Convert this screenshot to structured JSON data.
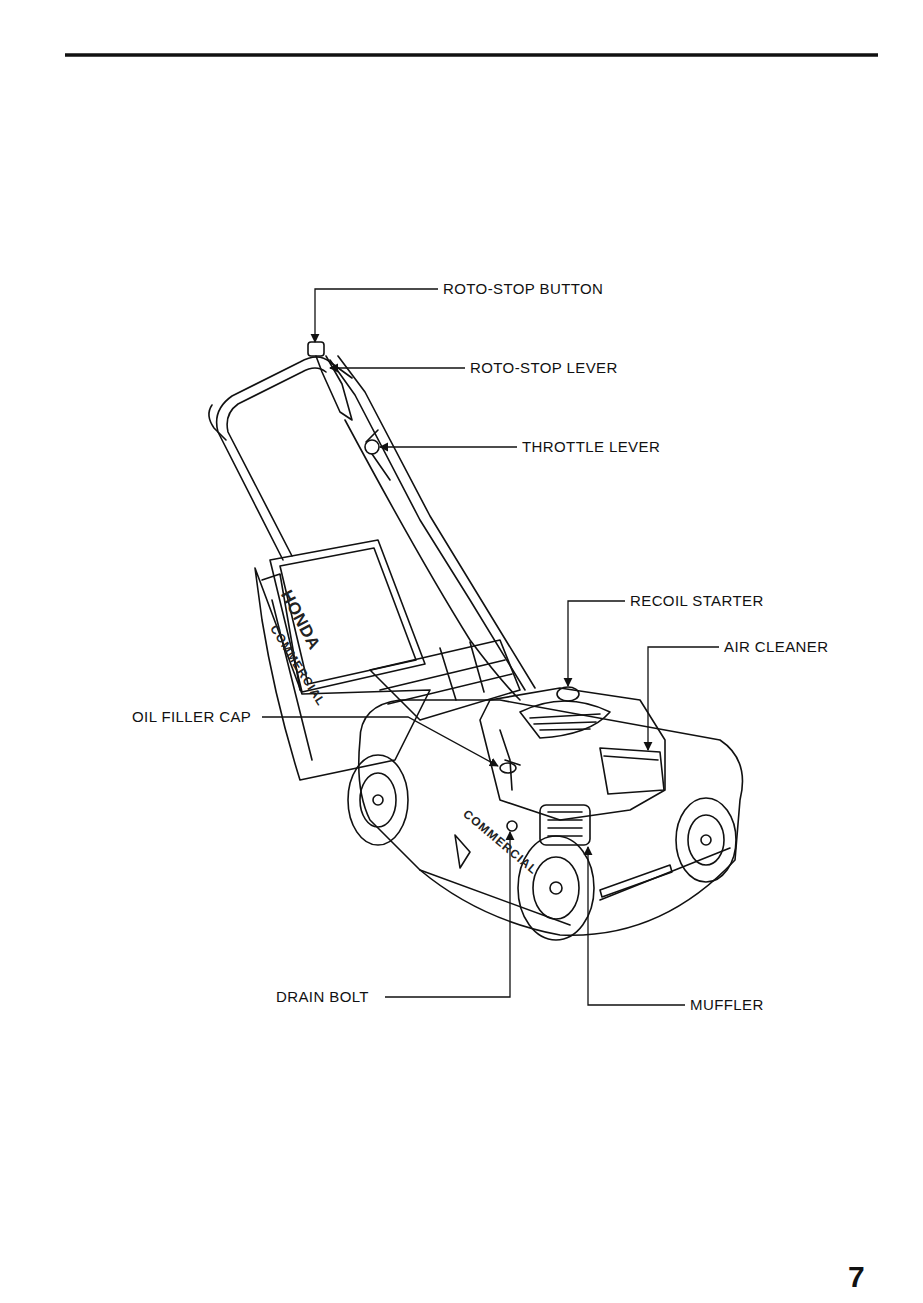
{
  "diagram": {
    "labels": [
      "ROTO-STOP BUTTON",
      "ROTO-STOP LEVER",
      "THROTTLE LEVER",
      "RECOIL STARTER",
      "AIR CLEANER",
      "OIL FILLER CAP",
      "DRAIN BOLT",
      "MUFFLER",
      "HONDA",
      "COMMERCIAL",
      "COMMERCIAL",
      "7"
    ]
  }
}
